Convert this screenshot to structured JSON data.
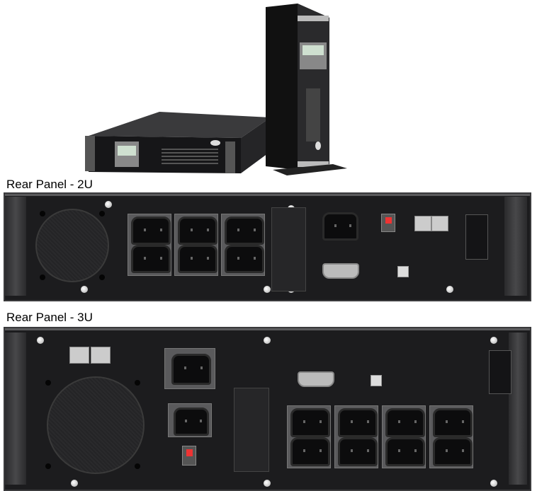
{
  "labels": {
    "rear_2u": "Rear Panel - 2U",
    "rear_3u": "Rear Panel - 3U"
  },
  "colors": {
    "chassis": "#1c1c1e",
    "breaker": "#e33333",
    "background": "#ffffff"
  },
  "panel_2u": {
    "outlet_groups": 3,
    "outlets_per_group": 2,
    "rj45_ports": 2,
    "serial_ports": 1,
    "usb_ports": 1
  },
  "panel_3u": {
    "outlet_groups": 4,
    "outlets_per_group": 2,
    "rj45_ports": 2,
    "serial_ports": 1,
    "usb_ports": 1
  }
}
